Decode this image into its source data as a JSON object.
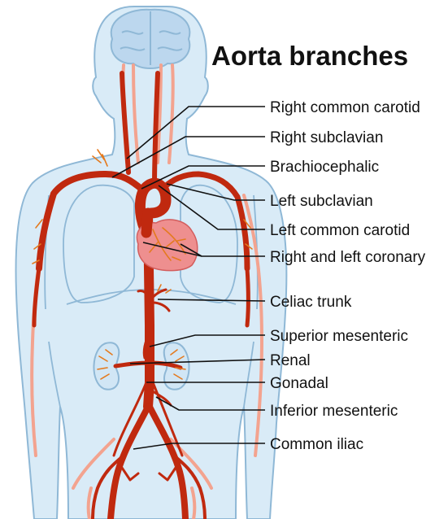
{
  "title": "Aorta branches",
  "labels": {
    "right_common_carotid": "Right common carotid",
    "right_subclavian": "Right subclavian",
    "brachiocephalic": "Brachiocephalic",
    "left_subclavian": "Left subclavian",
    "left_common_carotid": "Left common carotid",
    "coronary": "Right and left coronary",
    "celiac_trunk": "Celiac trunk",
    "superior_mesenteric": "Superior mesenteric",
    "renal": "Renal",
    "gonadal": "Gonadal",
    "inferior_mesenteric": "Inferior mesenteric",
    "common_iliac": "Common iliac"
  },
  "colors": {
    "body_fill": "#d9ebf7",
    "body_outline": "#8fb8d6",
    "artery": "#c0290f",
    "small_vessel": "#f3a38f",
    "heart": "#ee8f8f",
    "leader": "#111111"
  }
}
